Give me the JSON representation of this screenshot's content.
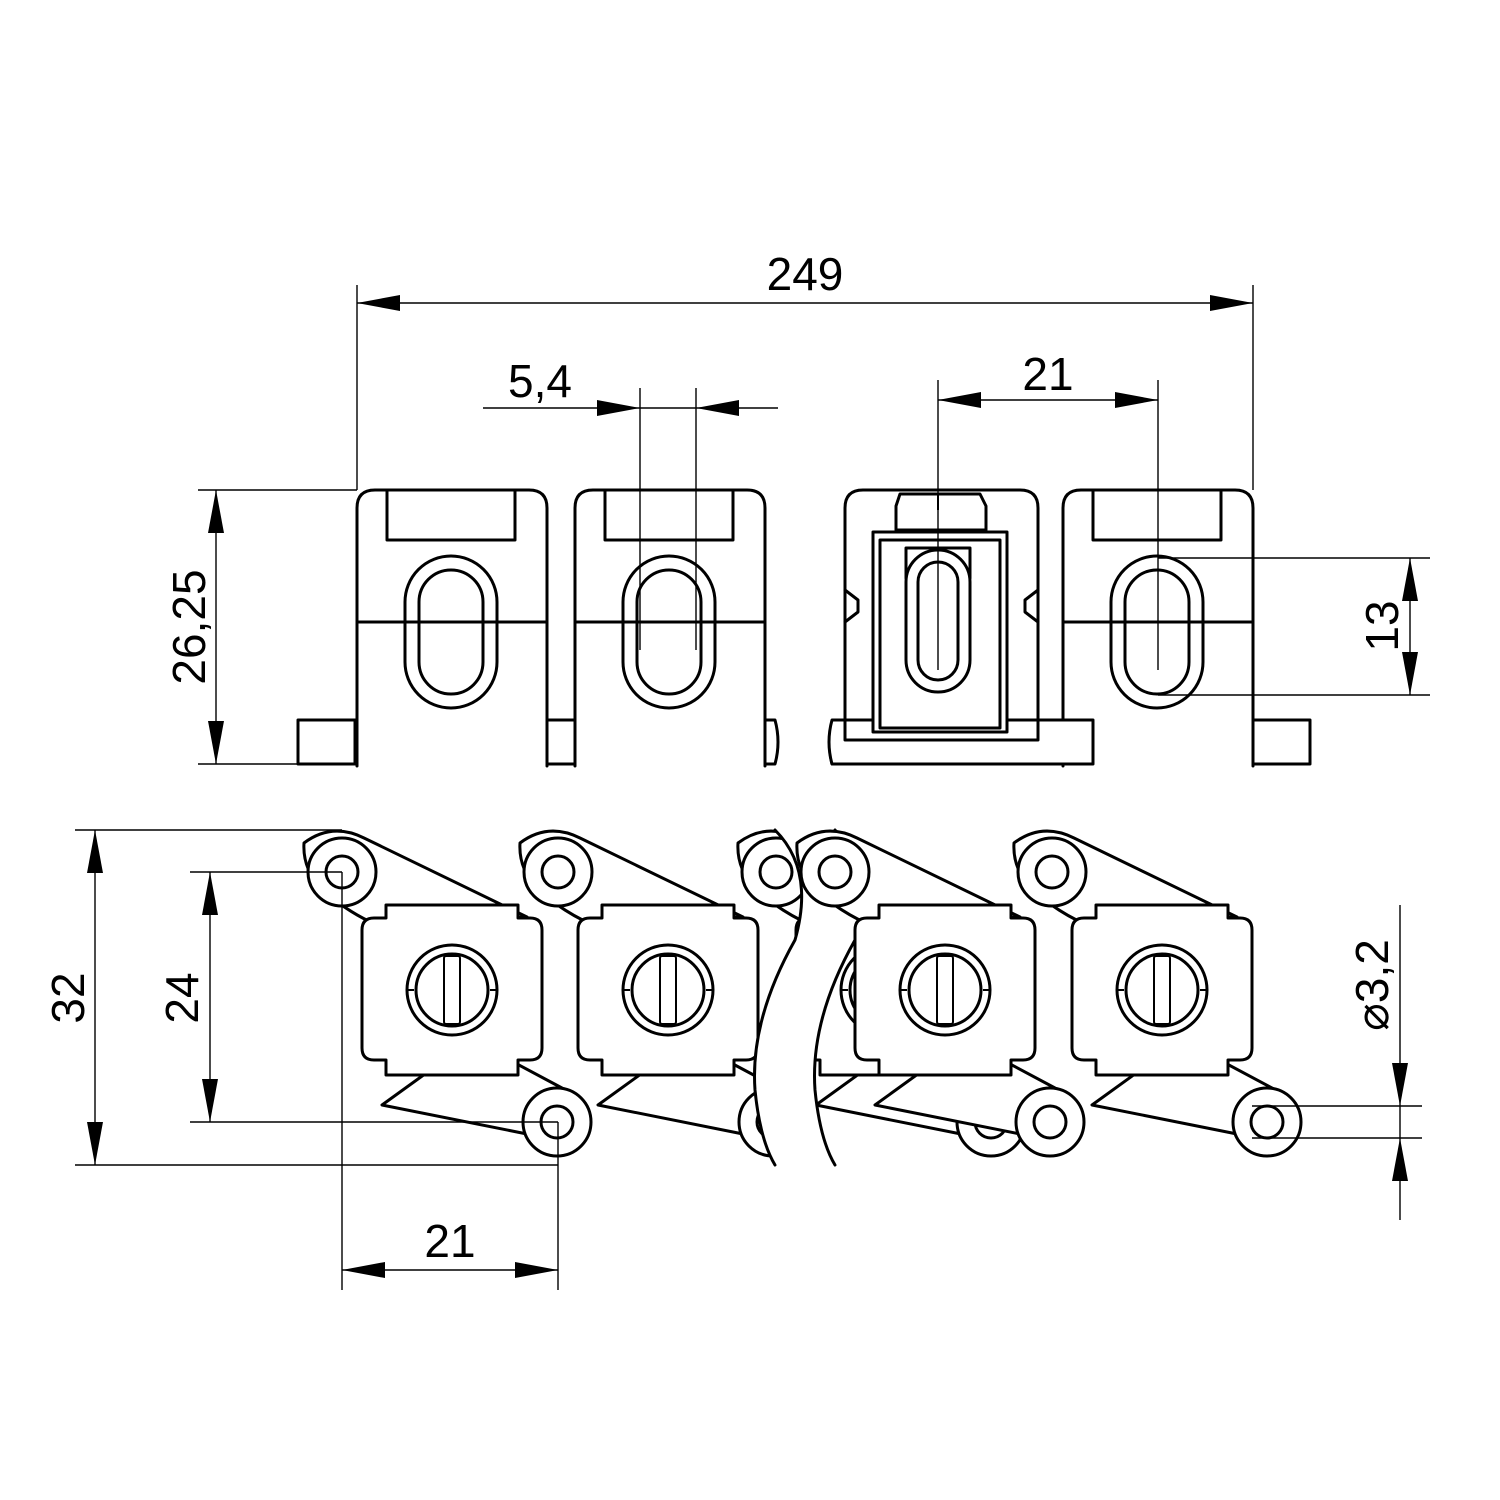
{
  "drawing": {
    "dimensions": {
      "overall_length": "249",
      "slot_width": "5,4",
      "pitch_top": "21",
      "height": "26,25",
      "slot_height": "13",
      "overall_width": "32",
      "hole_spacing": "24",
      "pitch_bottom": "21",
      "hole_diameter": "⌀3,2"
    }
  }
}
